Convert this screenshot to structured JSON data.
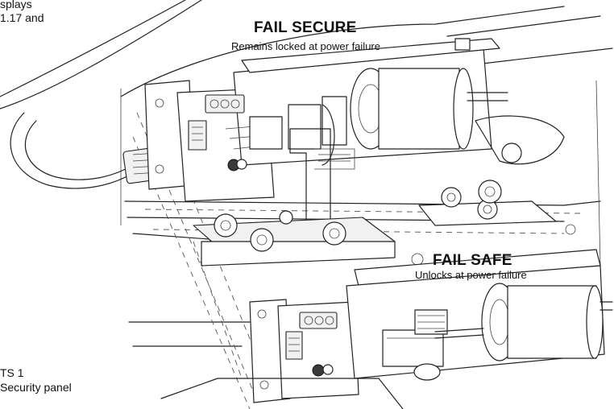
{
  "caption_top": {
    "line1": "splays",
    "line2": "1.17 and"
  },
  "fail_secure": {
    "title": "FAIL SECURE",
    "subtitle": "Remains locked at power failure"
  },
  "fail_safe": {
    "title": "FAIL SAFE",
    "subtitle": "Unlocks at power failure"
  },
  "caption_bottom": {
    "line1": "TS 1",
    "line2": "Security panel"
  }
}
